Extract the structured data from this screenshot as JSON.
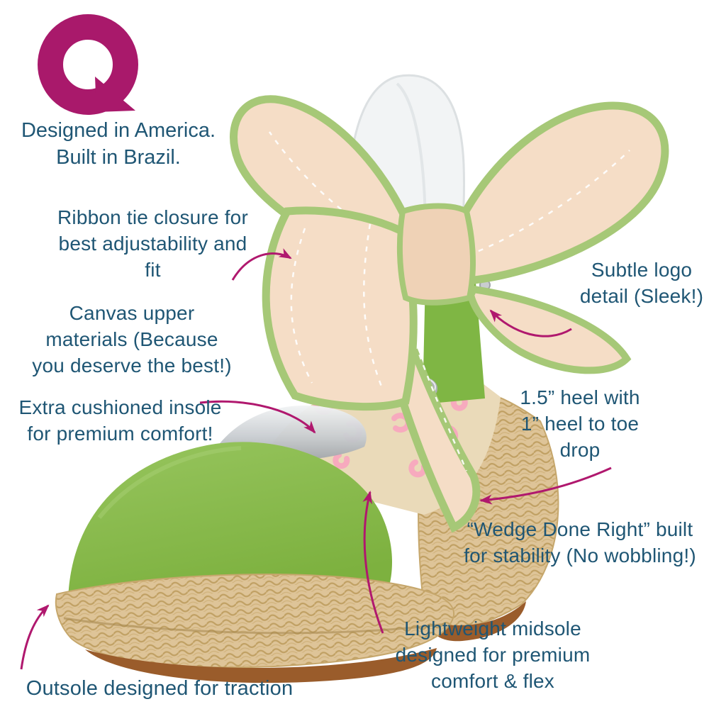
{
  "brand": {
    "logo_letter": "Q",
    "tagline": "Designed in America.\nBuilt in Brazil."
  },
  "colors": {
    "brand_magenta": "#A9196B",
    "arrow_magenta": "#B0186E",
    "text_ink": "#1F5674",
    "ribbon_peach": "#F5DDC6",
    "ribbon_stripe_green": "#A6C877",
    "canvas_green": "#8CBE52",
    "jute_tan": "#DEC498",
    "insole_beige": "#EADAB9",
    "insole_print_pink": "#F7AABE",
    "outsole_brown": "#9A5C2B"
  },
  "annotations": {
    "ribbon_tie": {
      "text": "Ribbon tie closure for\nbest adjustability and\nfit"
    },
    "canvas_upper": {
      "text": "Canvas upper\nmaterials (Because\nyou deserve the best!)"
    },
    "insole": {
      "text": "Extra cushioned insole\nfor premium comfort!"
    },
    "logo_detail": {
      "text": "Subtle logo\ndetail (Sleek!)"
    },
    "heel": {
      "text": "1.5” heel with\n1” heel to toe\ndrop"
    },
    "wedge": {
      "text": "“Wedge Done Right” built\nfor stability (No wobbling!)"
    },
    "midsole": {
      "text": "Lightweight midsole\ndesigned for premium\ncomfort & flex"
    },
    "outsole": {
      "text": "Outsole designed for traction"
    }
  },
  "image": {
    "subject_icon": "espadrille-wedge-sandal-photo"
  }
}
